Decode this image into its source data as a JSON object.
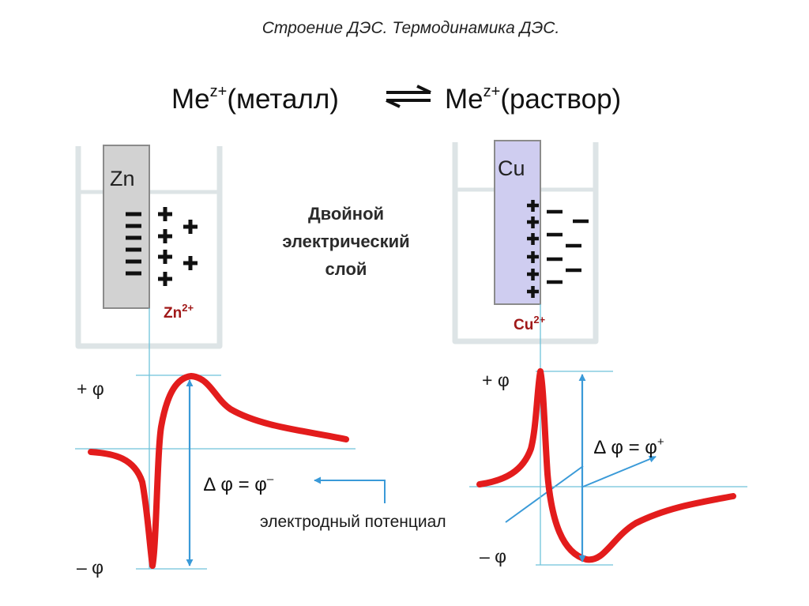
{
  "title": "Строение ДЭС. Термодинамика ДЭС.",
  "equation": {
    "left_base": "Me",
    "left_sup": "z+",
    "left_rest": "(металл)",
    "right_base": "Me",
    "right_sup": "z+",
    "right_rest": "(раствор)"
  },
  "double_layer": [
    "Двойной",
    "электрический",
    "слой"
  ],
  "zn_panel": {
    "electrode": "Zn",
    "ion_base": "Zn",
    "ion_sup": "2+",
    "plus_phi": "+ φ",
    "minus_phi": "– φ",
    "delta_base": "∆ φ = φ",
    "delta_sup": "–"
  },
  "cu_panel": {
    "electrode": "Cu",
    "ion_base": "Cu",
    "ion_sup": "2+",
    "plus_phi": "+ φ",
    "minus_phi": "– φ",
    "delta_base": "∆ φ = φ",
    "delta_sup": "+"
  },
  "potential_label": "электродный потенциал",
  "colors": {
    "curve": "#e31c1c",
    "guide": "#6fc2da",
    "arrow": "#3a9ad8",
    "beaker": "#dde4e6",
    "zn_electrode": "#d2d2d2",
    "cu_electrode": "#cfcdf0",
    "ion_text": "#a01818"
  }
}
